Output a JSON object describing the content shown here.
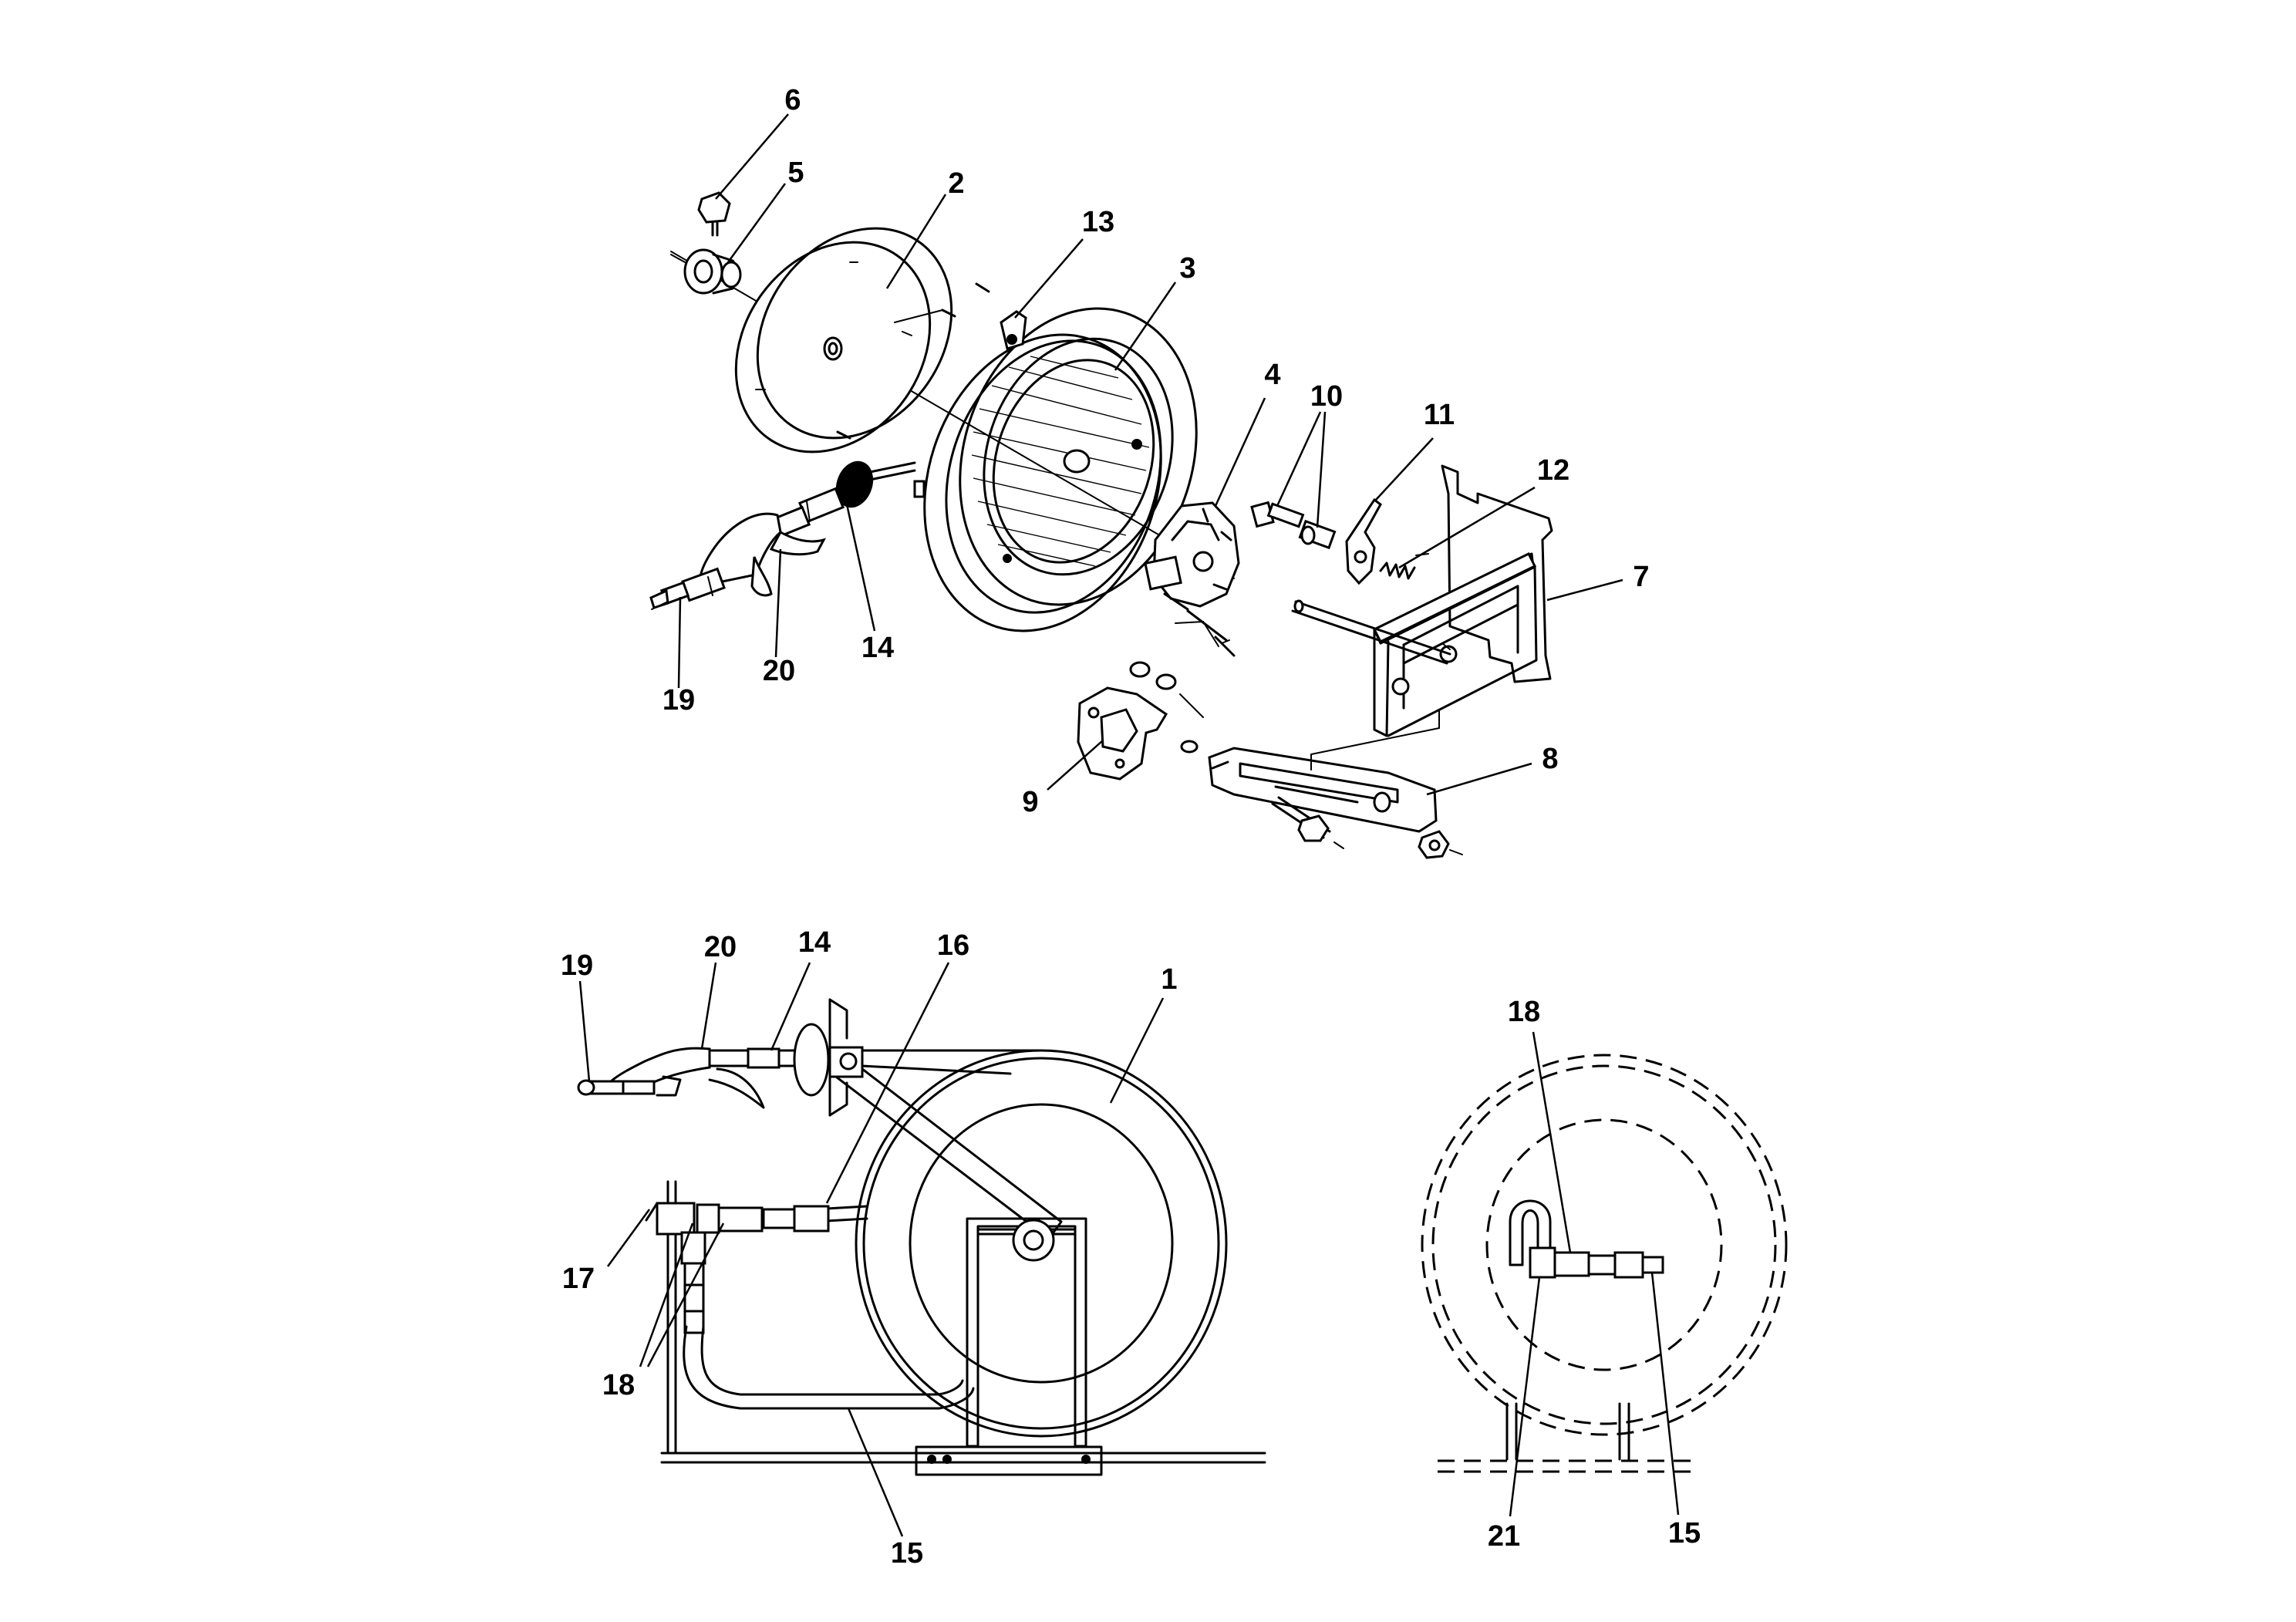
{
  "labels": {
    "top": {
      "l1": "6",
      "l2": "5",
      "l3": "2",
      "l4": "13",
      "l5": "3",
      "l6": "4",
      "l7": "10",
      "l8": "11",
      "l9": "12",
      "l10": "7",
      "l11": "8",
      "l12": "9",
      "l13": "14",
      "l14": "20",
      "l15": "19"
    },
    "side": {
      "l1": "19",
      "l2": "20",
      "l3": "14",
      "l4": "16",
      "l5": "1",
      "l6": "17",
      "l7": "18",
      "l8": "15"
    },
    "front": {
      "l1": "18",
      "l2": "21",
      "l3": "15"
    }
  }
}
